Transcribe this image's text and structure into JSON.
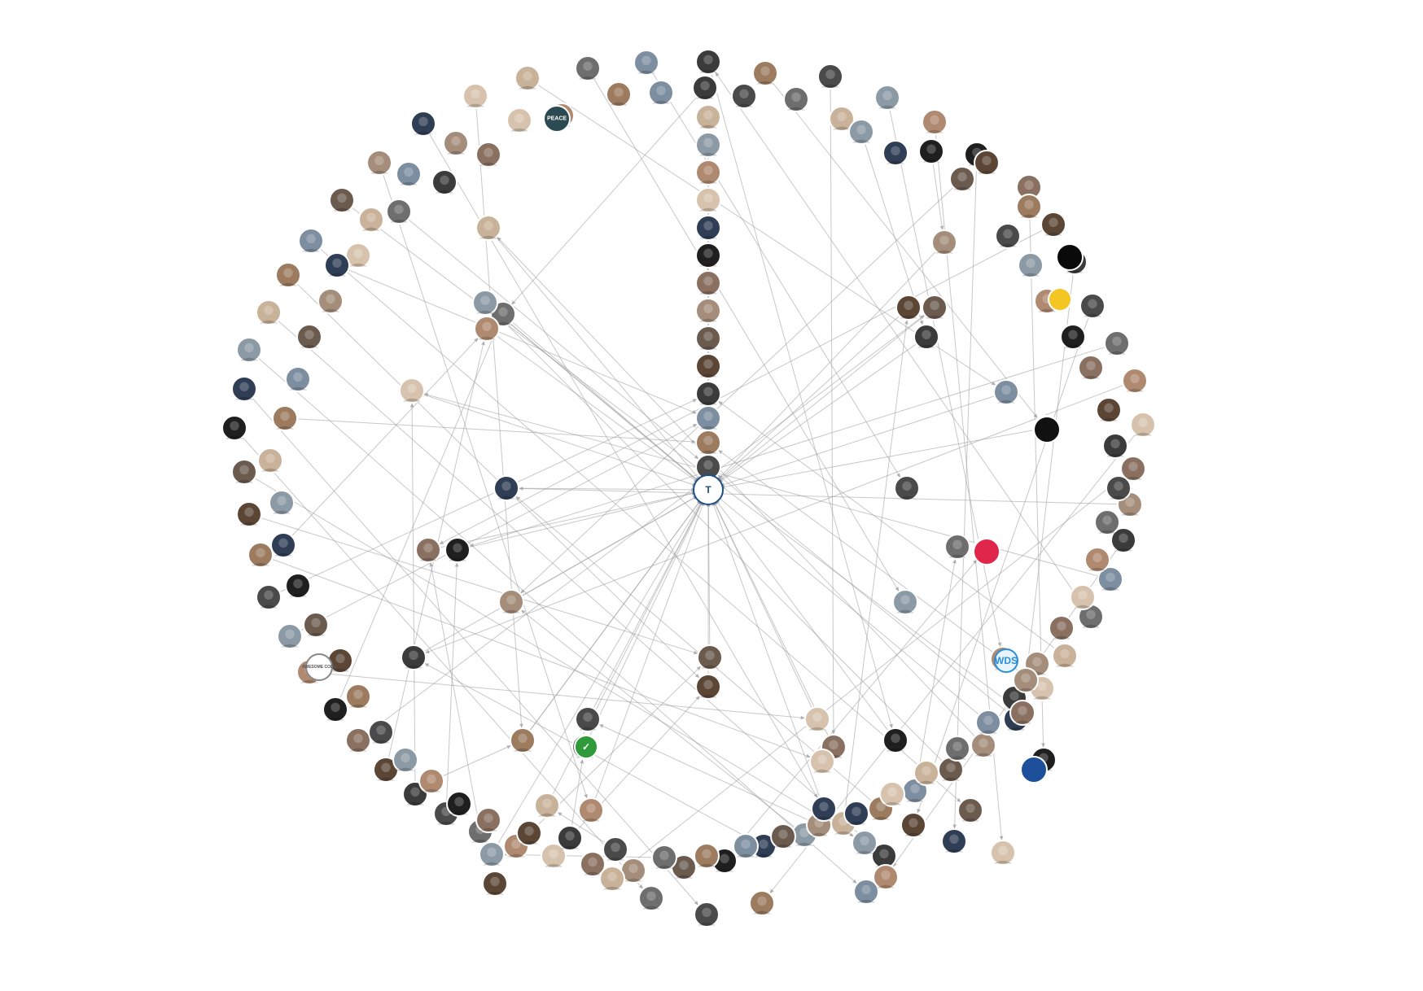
{
  "graph": {
    "type": "network",
    "node_count": 190,
    "colors": {
      "edge": "#9a9a9a",
      "background": "#ffffff",
      "palette": [
        "#3b3b3b",
        "#6b5a4e",
        "#8a7060",
        "#2f3e55",
        "#b08a70",
        "#c9b29a",
        "#4a4a4a",
        "#7d8ea0",
        "#5b4636",
        "#a48d7a",
        "#1f1f1f",
        "#d7c3ad",
        "#8c9aa6",
        "#6e6e6e",
        "#9c7b5f"
      ]
    },
    "special_nodes": [
      {
        "id": "center-logo",
        "label": "T",
        "color": "#ffffff",
        "text_color": "#1a4f8a",
        "stroke": "#1a4f8a"
      },
      {
        "id": "wds-logo",
        "label": "WDS",
        "color": "#e8f3fc",
        "text_color": "#2b8fd9",
        "stroke": "#2b8fd9"
      },
      {
        "id": "awesome-code",
        "label": "AWESOME CODE",
        "color": "#ffffff",
        "text_color": "#555555",
        "stroke": "#888888"
      },
      {
        "id": "peace-badge",
        "label": "PEACE",
        "color": "#2c4a52",
        "text_color": "#ffffff",
        "stroke": "#ffffff"
      },
      {
        "id": "pink-logo",
        "label": "",
        "color": "#e0264a",
        "text_color": "#ffffff",
        "stroke": "#ffffff"
      },
      {
        "id": "green-check",
        "label": "✓",
        "color": "#2e9a3a",
        "text_color": "#ffffff",
        "stroke": "#ffffff"
      },
      {
        "id": "black-dot",
        "label": "",
        "color": "#0a0a0a",
        "text_color": "#ffffff",
        "stroke": "#ffffff"
      },
      {
        "id": "dark-badge",
        "label": "",
        "color": "#111111",
        "text_color": "#ffffff",
        "stroke": "#ffffff"
      },
      {
        "id": "yellow-face",
        "label": "",
        "color": "#f3c623",
        "text_color": "#000000",
        "stroke": "#ffffff"
      },
      {
        "id": "blue-planet",
        "label": "",
        "color": "#1d4f9a",
        "text_color": "#ffffff",
        "stroke": "#ffffff"
      }
    ]
  }
}
